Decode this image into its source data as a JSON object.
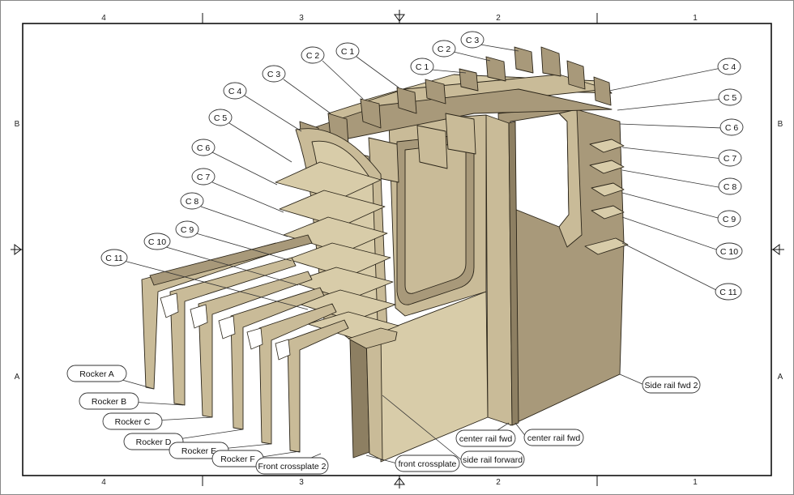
{
  "border": {
    "top_zones": [
      "4",
      "3",
      "2",
      "1"
    ],
    "bottom_zones": [
      "4",
      "3",
      "2",
      "1"
    ],
    "left_zones": [
      "B",
      "A"
    ],
    "right_zones": [
      "B",
      "A"
    ]
  },
  "colors": {
    "wood": "#c9bb98",
    "wood_dark": "#a8997a",
    "outline": "#2a2418"
  },
  "labels": {
    "left_c4": "C 4",
    "left_c3": "C 3",
    "left_c2": "C 2",
    "left_c1": "C 1",
    "left_c5": "C 5",
    "left_c6": "C 6",
    "left_c7": "C 7",
    "left_c8": "C 8",
    "left_c9": "C 9",
    "left_c10": "C 10",
    "left_c11": "C 11",
    "right_c1": "C 1",
    "right_c2": "C 2",
    "right_c3": "C 3",
    "right_c4": "C 4",
    "right_c5": "C 5",
    "right_c6": "C 6",
    "right_c7": "C 7",
    "right_c8": "C 8",
    "right_c9": "C 9",
    "right_c10": "C 10",
    "right_c11": "C 11",
    "rocker_a": "Rocker A",
    "rocker_b": "Rocker B",
    "rocker_c": "Rocker C",
    "rocker_d": "Rocker D",
    "rocker_e": "Rocker E",
    "rocker_f": "Rocker F",
    "front_crossplate_2": "Front crossplate 2",
    "front_crossplate": "front crossplate",
    "side_rail_forward": "side rail forward",
    "center_rail_fwd_1": "center rail fwd",
    "center_rail_fwd_2": "center rail fwd",
    "side_rail_fwd_2": "Side rail fwd 2"
  }
}
